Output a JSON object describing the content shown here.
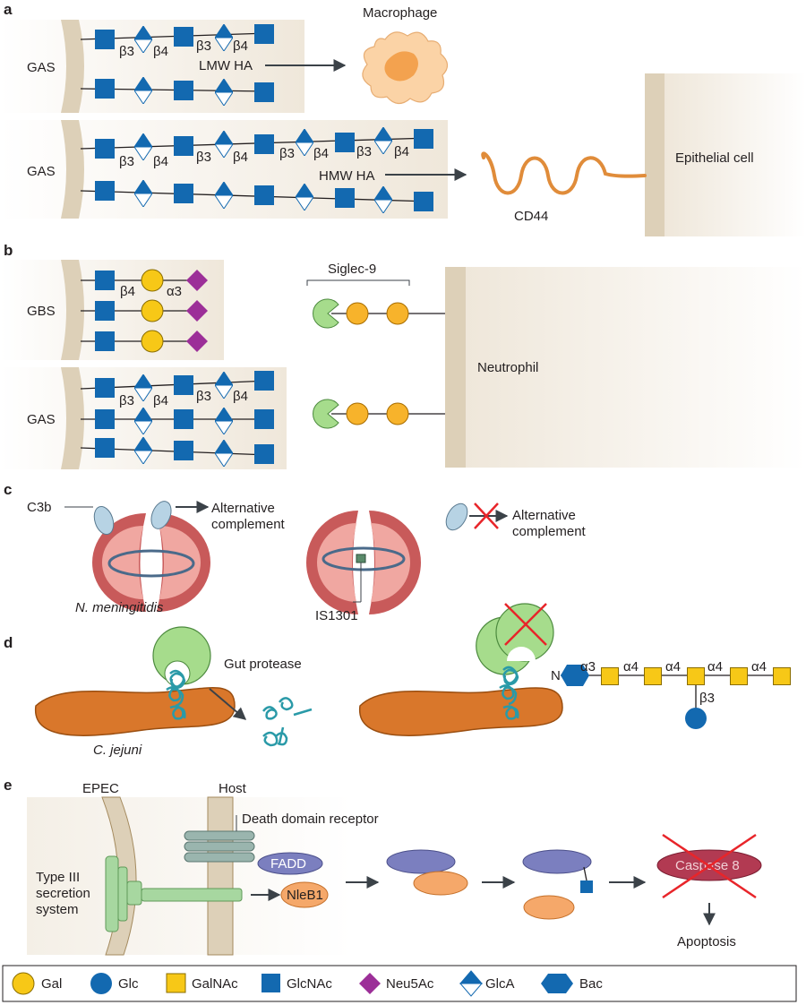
{
  "panel_a": {
    "letter": "a",
    "org_top": "GAS",
    "org_bottom": "GAS",
    "lmw_label": "LMW HA",
    "hmw_label": "HMW HA",
    "macrophage_label": "Macrophage",
    "epithelial_label": "Epithelial cell",
    "cd44_label": "CD44",
    "beta3": "β3",
    "beta4": "β4"
  },
  "panel_b": {
    "letter": "b",
    "org_top": "GBS",
    "org_bottom": "GAS",
    "siglec_label": "Siglec-9",
    "neutrophil_label": "Neutrophil",
    "beta4": "β4",
    "alpha3": "α3",
    "beta3": "β3"
  },
  "panel_c": {
    "letter": "c",
    "c3b_label": "C3b",
    "alt_line1": "Alternative",
    "alt_line2": "complement",
    "organism": "N. meningitidis",
    "is_label": "IS1301"
  },
  "panel_d": {
    "letter": "d",
    "protease_label": "Gut protease",
    "organism": "C. jejuni",
    "n_label": "N",
    "alpha3": "α3",
    "alpha4": "α4",
    "beta3": "β3"
  },
  "panel_e": {
    "letter": "e",
    "epec_label": "EPEC",
    "host_label": "Host",
    "ddr_label": "Death domain receptor",
    "fadd_label": "FADD",
    "nleb1_label": "NleB1",
    "t3ss_line1": "Type III",
    "t3ss_line2": "secretion",
    "t3ss_line3": "system",
    "caspase_label": "Caspase 8",
    "apoptosis_label": "Apoptosis"
  },
  "legend": [
    {
      "symbol": "circle",
      "color": "#f7c817",
      "label": "Gal"
    },
    {
      "symbol": "circle",
      "color": "#1369b0",
      "label": "Glc"
    },
    {
      "symbol": "square",
      "color": "#f7c817",
      "label": "GalNAc"
    },
    {
      "symbol": "square",
      "color": "#1369b0",
      "label": "GlcNAc"
    },
    {
      "symbol": "diamond",
      "color": "#9c2f98",
      "label": "Neu5Ac"
    },
    {
      "symbol": "half-diamond",
      "color": "#1369b0",
      "label": "GlcA"
    },
    {
      "symbol": "hexagon",
      "color": "#1369b0",
      "label": "Bac"
    }
  ],
  "colors": {
    "glcnac_blue": "#1369b0",
    "gal_yellow": "#f7c817",
    "neu5ac_purple": "#9c2f98",
    "cell_wall": "#ddd0b8",
    "cd44_orange": "#e08c3a",
    "siglec_green": "#a6dc8c",
    "capsule_red": "#c85a5a",
    "t3ss_green": "#a7d7a0",
    "caspase_red": "#b23a52"
  }
}
